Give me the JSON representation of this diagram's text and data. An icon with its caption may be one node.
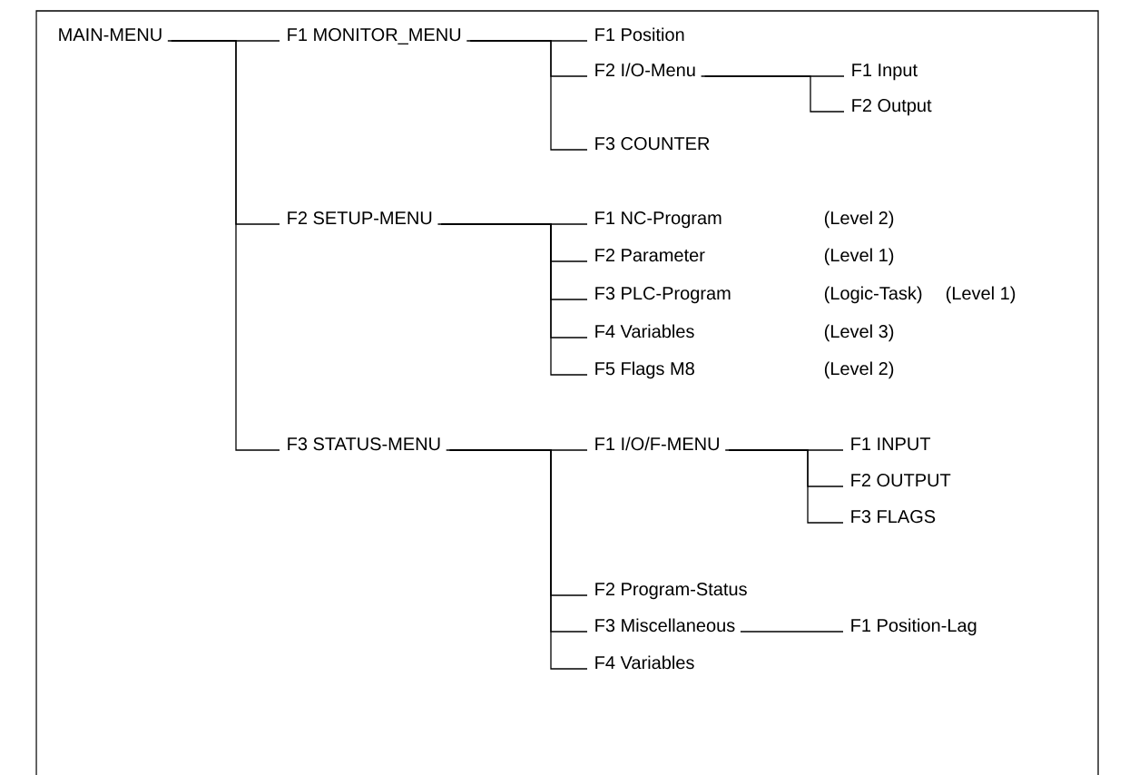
{
  "diagram": {
    "nodes": [
      {
        "text": [
          "MAIN-MENU"
        ]
      },
      {
        "text": [
          "F1 MONITOR_MENU"
        ]
      },
      {
        "text": [
          "F1 Position"
        ]
      },
      {
        "text": [
          "F2 I/O-Menu"
        ]
      },
      {
        "text": [
          "F1 Input"
        ]
      },
      {
        "text": [
          "F2 Output"
        ]
      },
      {
        "text": [
          "F3 COUNTER"
        ]
      },
      {
        "text": [
          "F2 SETUP-MENU"
        ]
      },
      {
        "text": [
          "F1 NC-Program"
        ],
        "beside": [
          "(Level 2)"
        ]
      },
      {
        "text": [
          "F2 Parameter"
        ],
        "beside": [
          "(Level 1)"
        ]
      },
      {
        "text": [
          "F3 PLC-Program"
        ],
        "beside": [
          "(Logic-Task)",
          "(Level 1)"
        ]
      },
      {
        "text": [
          "F4 Variables"
        ],
        "beside": [
          "(Level 3)"
        ]
      },
      {
        "text": [
          "F5 Flags M8"
        ],
        "beside": [
          "(Level 2)"
        ]
      },
      {
        "text": [
          "F3 STATUS-MENU"
        ]
      },
      {
        "text": [
          "F1 I/O/F-MENU"
        ]
      },
      {
        "text": [
          "F1 INPUT"
        ]
      },
      {
        "text": [
          "F2 OUTPUT"
        ]
      },
      {
        "text": [
          "F3 FLAGS"
        ]
      },
      {
        "text": [
          "F2 Program-Status"
        ]
      },
      {
        "text": [
          "F3 Miscellaneous"
        ]
      },
      {
        "text": [
          "F1 Position-Lag"
        ]
      },
      {
        "text": [
          "F4 Variables"
        ]
      }
    ],
    "edges": [
      {
        "from": 0,
        "to": 1,
        "arrow": "none"
      },
      {
        "from": 0,
        "to": 7,
        "arrow": "none"
      },
      {
        "from": 0,
        "to": 13,
        "arrow": "none"
      },
      {
        "from": 1,
        "to": 2,
        "arrow": "none"
      },
      {
        "from": 1,
        "to": 3,
        "arrow": "none"
      },
      {
        "from": 1,
        "to": 6,
        "arrow": "none"
      },
      {
        "from": 3,
        "to": 4,
        "arrow": "none"
      },
      {
        "from": 3,
        "to": 5,
        "arrow": "none"
      },
      {
        "from": 7,
        "to": 8,
        "arrow": "none"
      },
      {
        "from": 7,
        "to": 9,
        "arrow": "none"
      },
      {
        "from": 7,
        "to": 10,
        "arrow": "none"
      },
      {
        "from": 7,
        "to": 11,
        "arrow": "none"
      },
      {
        "from": 7,
        "to": 12,
        "arrow": "none"
      },
      {
        "from": 13,
        "to": 14,
        "arrow": "none"
      },
      {
        "from": 13,
        "to": 18,
        "arrow": "none"
      },
      {
        "from": 13,
        "to": 19,
        "arrow": "none"
      },
      {
        "from": 13,
        "to": 21,
        "arrow": "none"
      },
      {
        "from": 14,
        "to": 15,
        "arrow": "none"
      },
      {
        "from": 14,
        "to": 16,
        "arrow": "none"
      },
      {
        "from": 14,
        "to": 17,
        "arrow": "none"
      },
      {
        "from": 19,
        "to": 20,
        "arrow": "none"
      }
    ]
  }
}
